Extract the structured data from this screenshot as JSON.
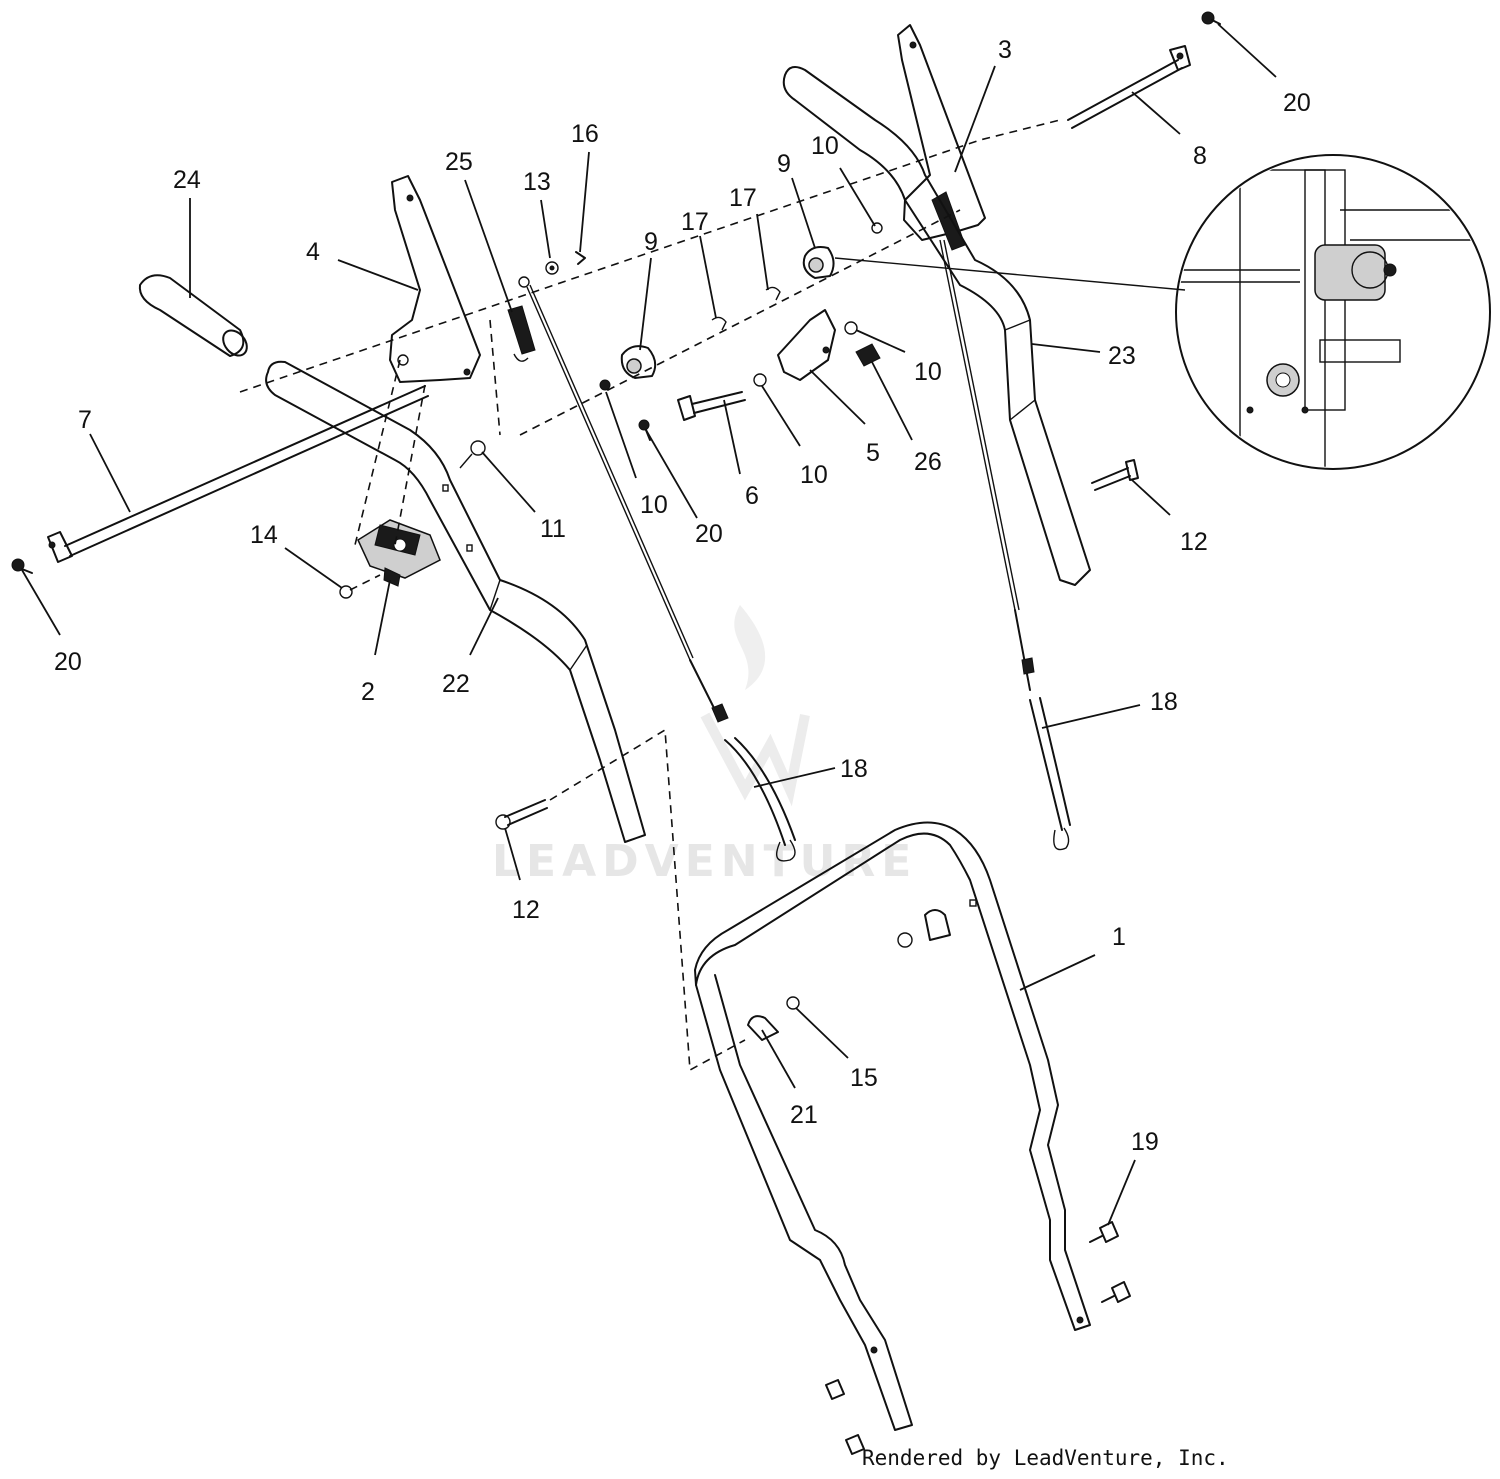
{
  "watermark": "LEADVENTURE",
  "credit": "Rendered by LeadVenture, Inc.",
  "callouts": [
    {
      "id": "c24",
      "label": "24"
    },
    {
      "id": "c4",
      "label": "4"
    },
    {
      "id": "c25",
      "label": "25"
    },
    {
      "id": "c13",
      "label": "13"
    },
    {
      "id": "c16",
      "label": "16"
    },
    {
      "id": "c9a",
      "label": "9"
    },
    {
      "id": "c17a",
      "label": "17"
    },
    {
      "id": "c17b",
      "label": "17"
    },
    {
      "id": "c9b",
      "label": "9"
    },
    {
      "id": "c10a",
      "label": "10"
    },
    {
      "id": "c3",
      "label": "3"
    },
    {
      "id": "c20a",
      "label": "20"
    },
    {
      "id": "c8",
      "label": "8"
    },
    {
      "id": "c7",
      "label": "7"
    },
    {
      "id": "c11",
      "label": "11"
    },
    {
      "id": "c14",
      "label": "14"
    },
    {
      "id": "c20b",
      "label": "20"
    },
    {
      "id": "c2",
      "label": "2"
    },
    {
      "id": "c22",
      "label": "22"
    },
    {
      "id": "c10b",
      "label": "10"
    },
    {
      "id": "c20c",
      "label": "20"
    },
    {
      "id": "c6",
      "label": "6"
    },
    {
      "id": "c10c",
      "label": "10"
    },
    {
      "id": "c5",
      "label": "5"
    },
    {
      "id": "c10d",
      "label": "10"
    },
    {
      "id": "c26",
      "label": "26"
    },
    {
      "id": "c23",
      "label": "23"
    },
    {
      "id": "c12a",
      "label": "12"
    },
    {
      "id": "c18a",
      "label": "18"
    },
    {
      "id": "c18b",
      "label": "18"
    },
    {
      "id": "c12b",
      "label": "12"
    },
    {
      "id": "c1",
      "label": "1"
    },
    {
      "id": "c15",
      "label": "15"
    },
    {
      "id": "c21",
      "label": "21"
    },
    {
      "id": "c19",
      "label": "19"
    }
  ]
}
